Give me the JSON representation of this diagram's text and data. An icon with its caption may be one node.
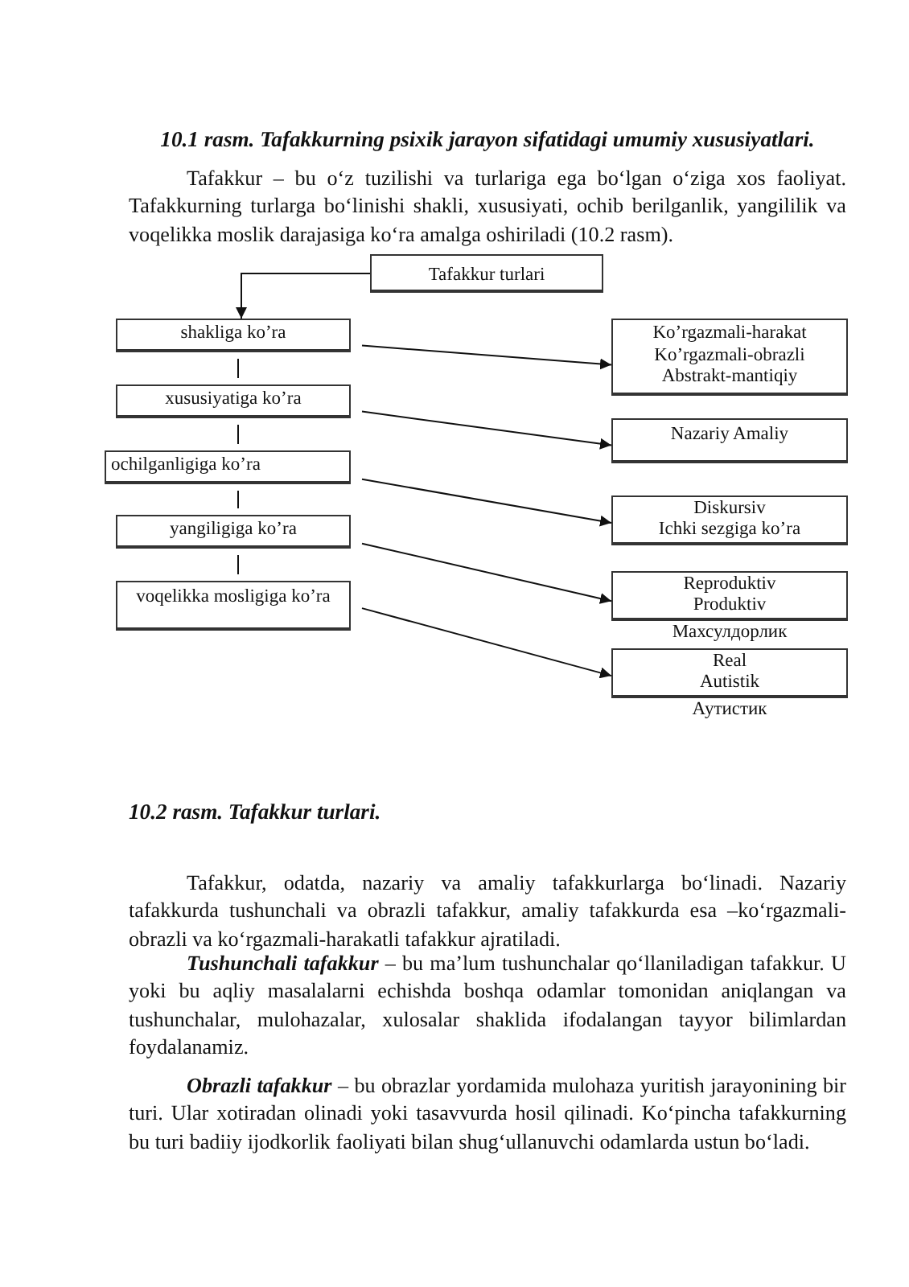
{
  "diagram": {
    "title": "10.1 rasm. Tafakkurning psixik jarayon sifatidagi umumiy xususiyatlari.",
    "caption": "10.2 rasm. Tafakkur turlari.",
    "nodes": [
      {
        "text": [
          "Tafakkur turlari"
        ]
      },
      {
        "text": [
          "shakliga ko’ra"
        ]
      },
      {
        "text": [
          "xususiyatiga ko’ra"
        ]
      },
      {
        "text": [
          "ochilganligiga ko’ra"
        ]
      },
      {
        "text": [
          "yangiligiga ko’ra"
        ]
      },
      {
        "text": [
          "voqelikka mosligiga ko’ra"
        ]
      },
      {
        "text": [
          "Ko’rgazmali-harakat",
          "Ko’rgazmali-obrazli",
          "Abstrakt-mantiqiy"
        ]
      },
      {
        "text": [
          "Nazariy Amaliy"
        ]
      },
      {
        "text": [
          "Diskursiv",
          "Ichki sezgiga ko’ra"
        ]
      },
      {
        "text": [
          "Reproduktiv",
          "Produktiv"
        ],
        "beside": [
          "Махсулдорлик"
        ]
      },
      {
        "text": [
          "Real",
          "Autistik"
        ],
        "beside": [
          "Аутистик"
        ]
      }
    ],
    "edges": [
      {
        "from": 0,
        "to": 1,
        "arrow": "to"
      },
      {
        "from": 1,
        "to": 2,
        "arrow": "none"
      },
      {
        "from": 2,
        "to": 3,
        "arrow": "none"
      },
      {
        "from": 3,
        "to": 4,
        "arrow": "none"
      },
      {
        "from": 4,
        "to": 5,
        "arrow": "none"
      },
      {
        "from": 1,
        "to": 6,
        "arrow": "to"
      },
      {
        "from": 2,
        "to": 7,
        "arrow": "to"
      },
      {
        "from": 3,
        "to": 8,
        "arrow": "to"
      },
      {
        "from": 4,
        "to": 9,
        "arrow": "to"
      },
      {
        "from": 5,
        "to": 10,
        "arrow": "to"
      }
    ],
    "labels": [
      "Tafakkur – bu o‘z tuzilishi va turlariga ega bo‘lgan o‘ziga xos faoliyat. Tafakkurning turlarga bo‘linishi shakli, xususiyati, ochib berilganlik, yangililik va voqelikka moslik darajasiga ko‘ra amalga oshiriladi (10.2 rasm).",
      "Tafakkur, odatda, nazariy va amaliy tafakkurlarga bo‘linadi. Nazariy tafakkurda tushunchali va obrazli tafakkur, amaliy tafakkurda esa –ko‘rgazmali-obrazli va ko‘rgazmali-harakatli tafakkur ajratiladi.",
      "**Tushunchali tafakkur** – bu ma’lum tushunchalar qo‘llaniladigan tafakkur. U yoki bu aqliy masalalarni echishda boshqa odamlar tomonidan aniqlangan va tushunchalar, mulohazalar, xulosalar shaklida ifodalangan tayyor bilimlardan foydalanamiz.",
      "**Obrazli tafakkur** – bu obrazlar yordamida mulohaza yuritish jarayonining bir turi. Ular xotiradan olinadi yoki tasavvurda hosil qilinadi. Ko‘pincha tafakkurning bu turi badiiy ijodkorlik faoliyati bilan shug‘ullanuvchi odamlarda ustun bo‘ladi."
    ]
  }
}
